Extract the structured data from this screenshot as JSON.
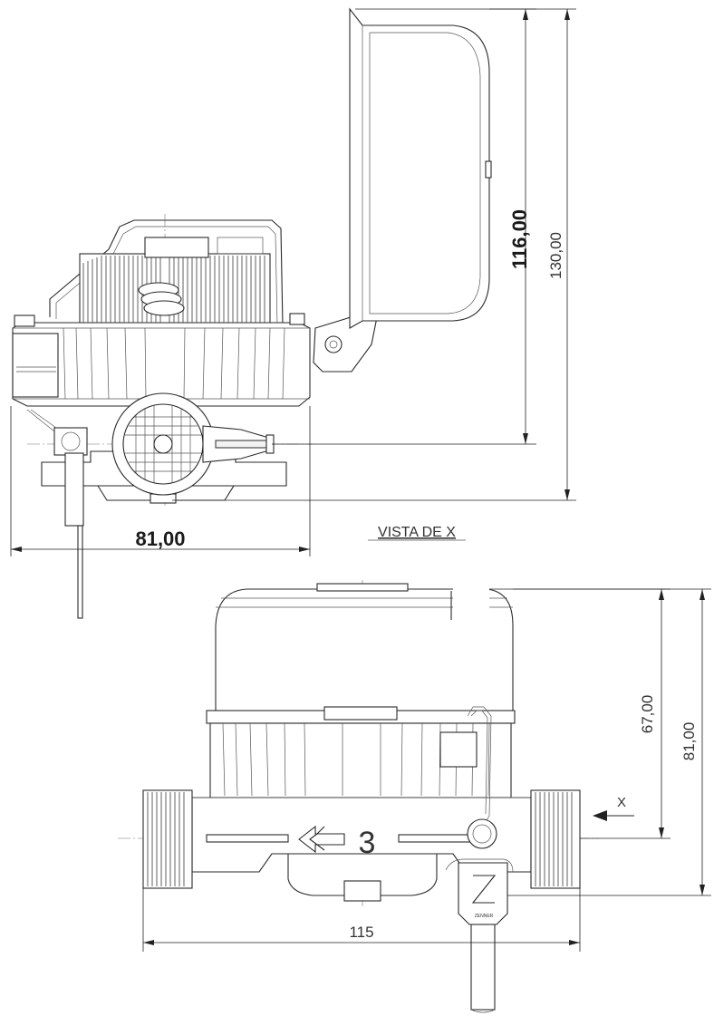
{
  "dimensions": {
    "side_width": "81,00",
    "side_height_inner": "116,00",
    "side_height_outer": "130,00",
    "front_height_inner": "67,00",
    "front_height_outer": "81,00",
    "front_width": "115"
  },
  "labels": {
    "view_title": "VISTA  DE  X",
    "view_arrow": "X",
    "dial_number": "3",
    "logo_caption": "ZENNER"
  }
}
